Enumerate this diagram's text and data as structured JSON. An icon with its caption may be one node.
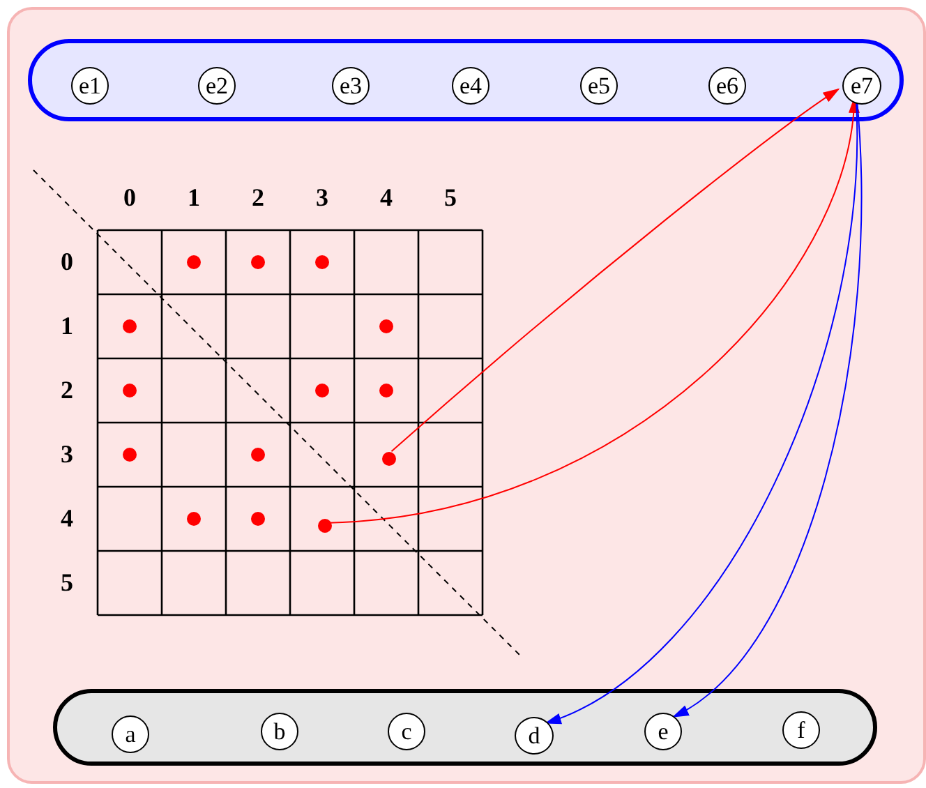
{
  "diagram": {
    "nodes": [
      {
        "text": [],
        "shape": "box"
      },
      {
        "text": [],
        "shape": "box",
        "in": 0
      },
      {
        "text": [
          "e1"
        ],
        "in": 1
      },
      {
        "text": [
          "e2"
        ],
        "in": 1
      },
      {
        "text": [
          "e3"
        ],
        "in": 1
      },
      {
        "text": [
          "e4"
        ],
        "in": 1
      },
      {
        "text": [
          "e5"
        ],
        "in": 1
      },
      {
        "text": [
          "e6"
        ],
        "in": 1
      },
      {
        "text": [
          "e7"
        ],
        "in": 1
      },
      {
        "text": [],
        "shape": "circle",
        "in": 0
      },
      {
        "text": [],
        "shape": "circle",
        "in": 0
      },
      {
        "text": [],
        "shape": "box",
        "in": 0
      },
      {
        "text": [
          "a"
        ],
        "in": 11
      },
      {
        "text": [
          "b"
        ],
        "in": 11
      },
      {
        "text": [
          "c"
        ],
        "in": 11
      },
      {
        "text": [
          "d"
        ],
        "in": 11
      },
      {
        "text": [
          "e"
        ],
        "in": 11
      },
      {
        "text": [
          "f"
        ],
        "in": 11
      }
    ],
    "edges": [
      {
        "from": 9,
        "to": 8,
        "arrow": "to",
        "color": "#ff0000"
      },
      {
        "from": 10,
        "to": 8,
        "arrow": "to",
        "color": "#ff0000"
      },
      {
        "from": 8,
        "to": 15,
        "arrow": "to",
        "color": "#0000ff"
      },
      {
        "from": 8,
        "to": 16,
        "arrow": "to",
        "color": "#0000ff"
      }
    ],
    "labels": [
      "0",
      "1",
      "2",
      "3",
      "4",
      "5",
      "0",
      "1",
      "2",
      "3",
      "4",
      "5"
    ]
  }
}
